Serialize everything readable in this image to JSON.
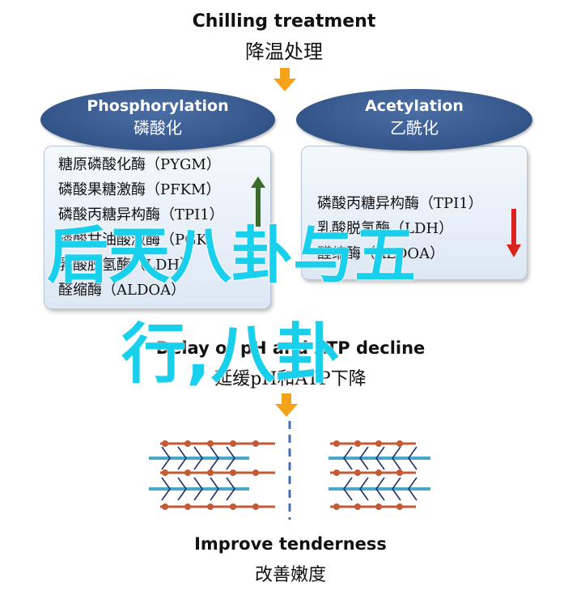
{
  "top": {
    "title_en": "Chilling treatment",
    "title_zh": "降温处理"
  },
  "left": {
    "oval_en": "Phosphorylation",
    "oval_zh": "磷酸化",
    "enzymes": [
      "糖原磷酸化酶（PYGM）",
      "磷酸果糖激酶（PFKM）",
      "磷酸丙糖异构酶（TPI1）",
      "磷酸甘油酸激酶（PGK）",
      "乳酸脱氢酶（LDH）",
      "醛缩酶（ALDOA）"
    ]
  },
  "right": {
    "oval_en": "Acetylation",
    "oval_zh": "乙酰化",
    "enzymes": [
      "磷酸丙糖异构酶（TPI1）",
      "乳酸脱氢酶（LDH）",
      "醛缩酶（ALDOA）"
    ]
  },
  "middle": {
    "title_en": "Delay of pH and ATP decline",
    "title_zh": "延缓pH和ATP下降"
  },
  "bottom": {
    "title_en": "Improve tenderness",
    "title_zh": "改善嫩度"
  },
  "overlay": {
    "line1": "后天八卦与五",
    "line2": "行,八卦"
  },
  "colors": {
    "oval": "#2f5288",
    "orange": "#f5a21b",
    "up_arrow": "#3a6b2a",
    "down_arrow": "#d9231e",
    "overlay": "#18d0ec",
    "fiber": "#c35a36",
    "fiber_teal": "#49a7c9"
  }
}
